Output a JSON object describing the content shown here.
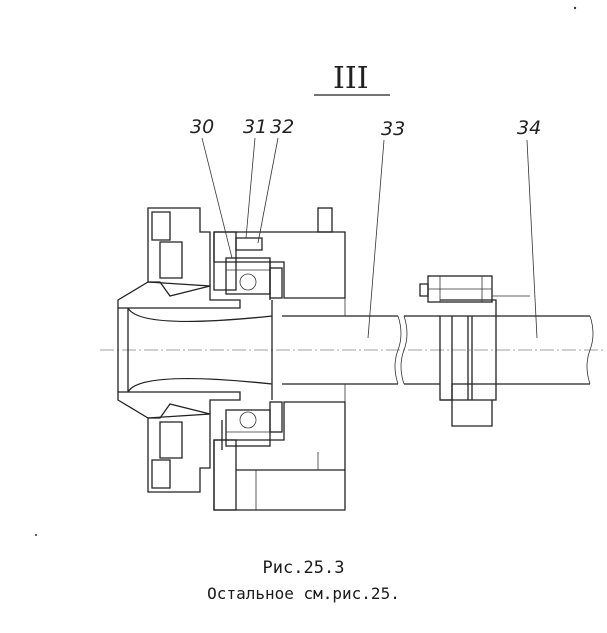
{
  "view_mark": "III",
  "part_labels": [
    "30",
    "31",
    "32",
    "33",
    "34"
  ],
  "caption": {
    "title": "Рис.25.3",
    "note": "Остальное см.рис.25."
  },
  "colors": {
    "ink": "#222222",
    "paper": "#ffffff"
  }
}
